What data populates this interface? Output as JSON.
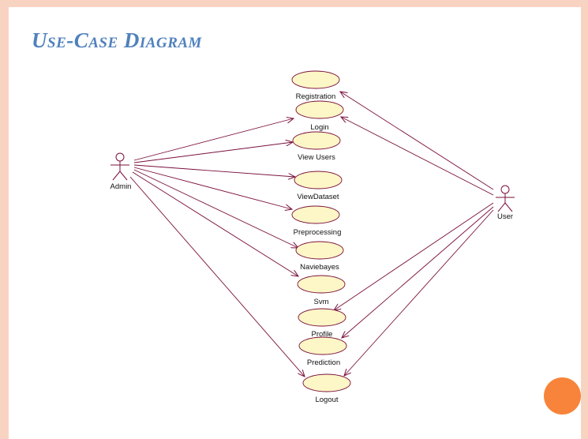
{
  "slide": {
    "title": "Use-Case Diagram"
  },
  "actors": {
    "admin": "Admin",
    "user": "User"
  },
  "use_cases": {
    "registration": "Registration",
    "login": "Login",
    "view_users": "View Users",
    "view_dataset": "ViewDataset",
    "preprocessing": "Preprocessing",
    "naivebayes": "Naviebayes",
    "svm": "Svm",
    "profile": "Profile",
    "prediction": "Prediction",
    "logout": "Logout"
  },
  "colors": {
    "use_case_fill": "#fdf6c6",
    "line": "#7a0f3c",
    "title": "#4f81bd",
    "accent_dot": "#f7843a",
    "border": "#f9d3c2"
  }
}
